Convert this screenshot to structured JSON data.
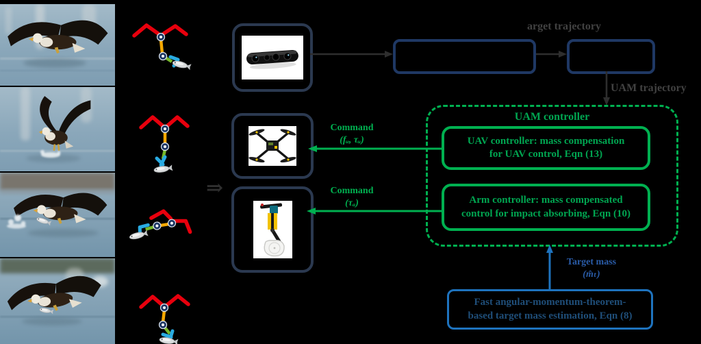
{
  "figure": {
    "kind": "control-architecture-diagram",
    "background_color": "#000000",
    "subject": "African fish eagle catching a fish, mimicked by an aerial manipulator"
  },
  "colors": {
    "green_accent": "#00B050",
    "navy_box_border": "#1f3864",
    "device_box_border": "#2b3950",
    "blue_accent": "#1e73be",
    "blue_text": "#1f4e79",
    "gray_text": "#414141"
  },
  "photos": {
    "count": 4,
    "subject": "fish eagle hunting sequence"
  },
  "icons": {
    "implies_arrow": "⇒",
    "stereo_camera": "stereo-camera-icon",
    "quadcopter": "quadcopter-icon",
    "robot_arm": "robot-arm-icon",
    "bird_skeleton": "bird-skeleton-schematic"
  },
  "pipeline": {
    "target_trajectory_label": "arget trajectory",
    "uam_trajectory_label": "UAM trajectory"
  },
  "uam_controller": {
    "title": "UAM controller",
    "uav_box": {
      "line1": "UAV controller: mass compensation",
      "line2": "for UAV control, Eqn (13)"
    },
    "arm_box": {
      "line1": "Arm controller: mass compensated",
      "line2": "control for impact absorbing, Eqn (10)"
    }
  },
  "commands": {
    "uav": {
      "label": "Command",
      "args": "(fᵤ, τᵤ)"
    },
    "arm": {
      "label": "Command",
      "args": "(τₐ)"
    }
  },
  "estimator": {
    "line1": "Fast angular-momentum-theorem-",
    "line2": "based target mass estimation, Eqn (8)",
    "target_mass_label": "Target mass",
    "target_mass_symbol": "(m̂ₜ)"
  },
  "implies_arrow": "⇒"
}
